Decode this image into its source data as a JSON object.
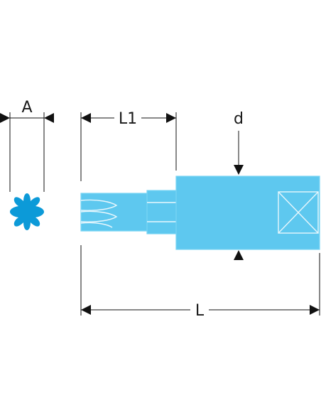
{
  "dimensions": {
    "hex_width": "A",
    "bit_length": "L1",
    "square_drive": "d",
    "overall_length": "L"
  },
  "colors": {
    "part_fill": "#5ec8ef",
    "part_stroke": "#7ad4f4",
    "part_edge": "#e8f7fd",
    "torx_profile": "#0c9ad8",
    "dimension_line": "#111111"
  },
  "icons": {
    "torx_profile": "torx-star-icon",
    "square_drive_recess": "square-drive-icon"
  }
}
